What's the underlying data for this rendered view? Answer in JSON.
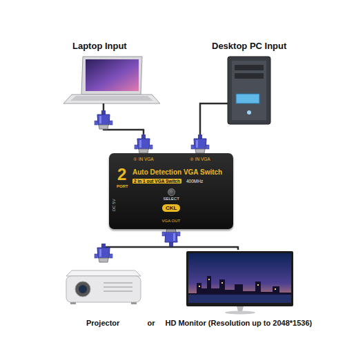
{
  "diagram": {
    "nodes": [
      {
        "text": [
          "Laptop Input"
        ]
      },
      {
        "text": [
          "Desktop PC Input"
        ]
      },
      {
        "text": [
          "① IN VGA",
          "② IN VGA",
          "2",
          "PORT",
          "Auto Detection VGA Switch",
          "2 in 1 out VGA Switch",
          "400MHz",
          "DC 5V",
          "SELECT",
          "CKL",
          "VGA OUT"
        ]
      },
      {
        "text": [
          "Projector"
        ]
      },
      {
        "text": [
          "HD Monitor (Resolution up to 2048*1536)"
        ]
      }
    ],
    "edges": [
      {
        "from": 0,
        "to": 2,
        "arrow": "none"
      },
      {
        "from": 1,
        "to": 2,
        "arrow": "none"
      },
      {
        "from": 2,
        "to": 3,
        "arrow": "none"
      },
      {
        "from": 2,
        "to": 4,
        "arrow": "none"
      }
    ],
    "labels": [
      "or"
    ]
  }
}
